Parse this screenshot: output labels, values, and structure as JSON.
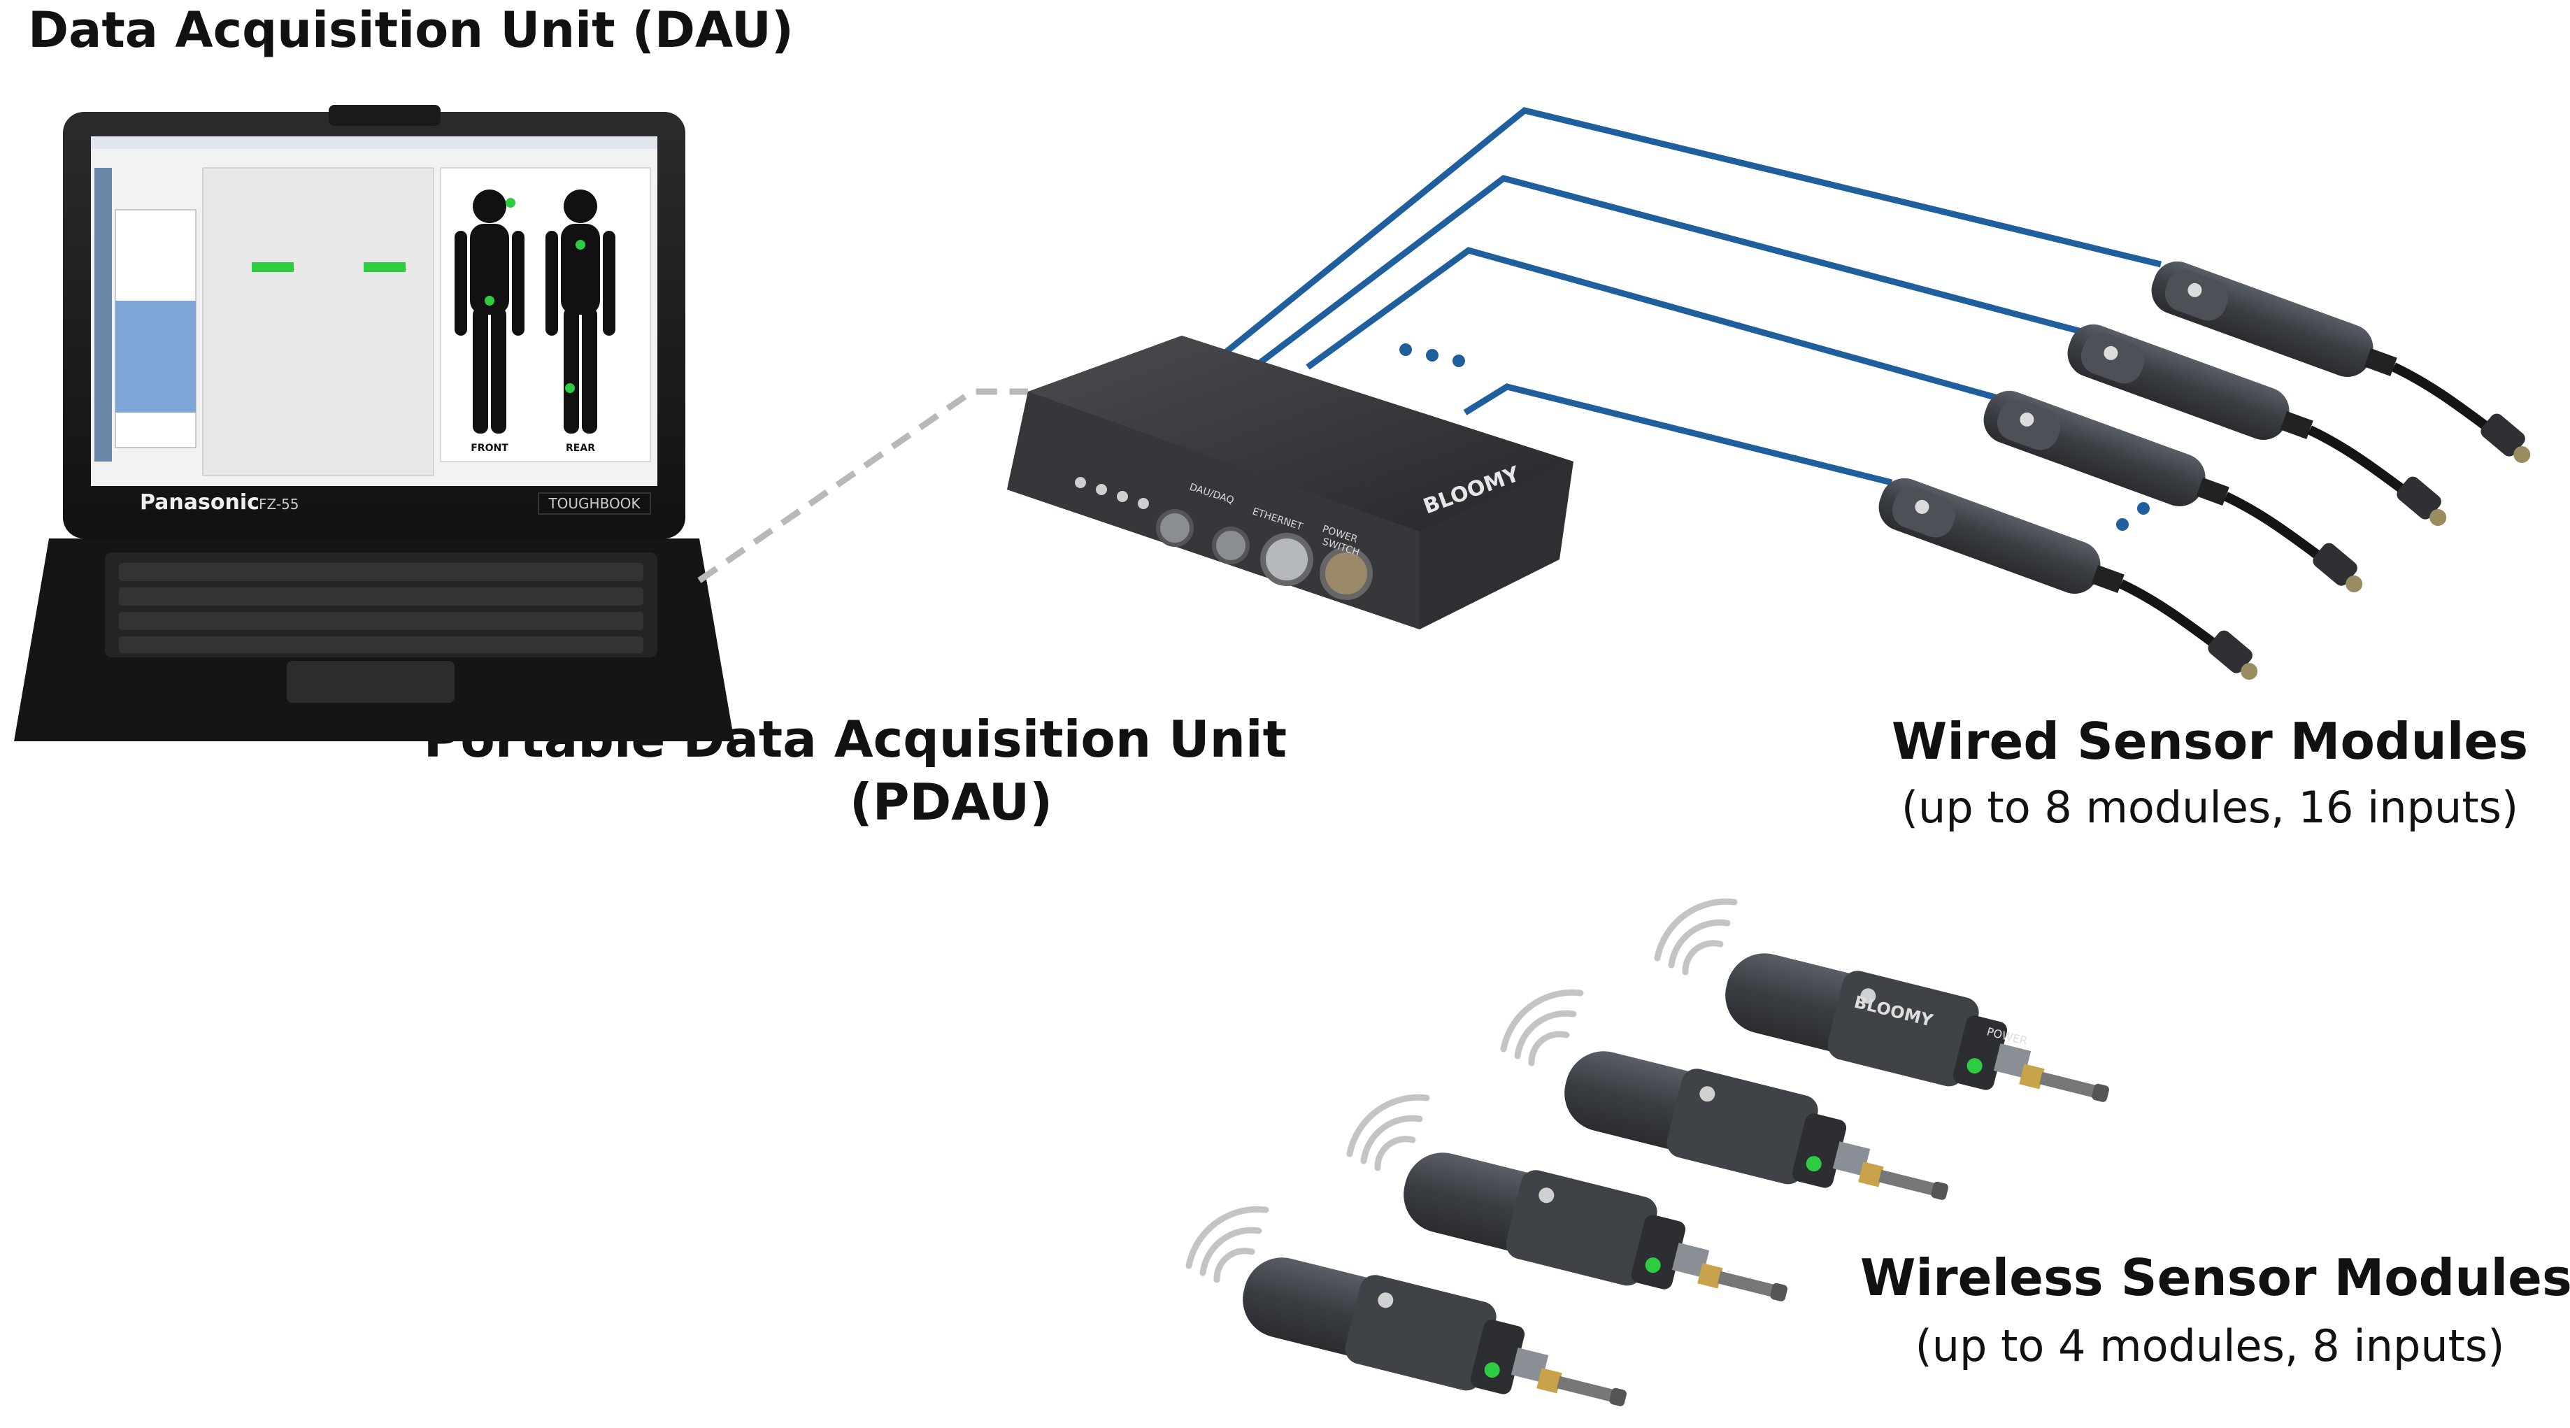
{
  "labels": {
    "dau_title": "Data Acquisition Unit (DAU)",
    "pdau_title_line1": "Portable Data Acquisition Unit",
    "pdau_title_line2": "(PDAU)",
    "wired_title": "Wired Sensor Modules",
    "wired_subtitle": "(up to 8 modules, 16 inputs)",
    "wireless_title": "Wireless Sensor Modules",
    "wireless_subtitle": "(up to 4 modules, 8 inputs)"
  },
  "laptop": {
    "brand": "Panasonic",
    "model": "FZ-55",
    "series": "TOUGHBOOK",
    "screen_front": "FRONT",
    "screen_rear": "REAR"
  },
  "pdau": {
    "brand": "BLOOMY",
    "port_1": "ETHERNET",
    "port_2": "DAU/DAQ",
    "port_3": "POWER",
    "port_4": "SWITCH"
  },
  "sensor": {
    "brand": "BLOOMY",
    "power_label": "POWER"
  },
  "colors": {
    "cable": "#1f5f9e",
    "dashed_link": "#b8b8b8",
    "device_body": "#3a3d42",
    "led_green": "#2ecc40"
  }
}
